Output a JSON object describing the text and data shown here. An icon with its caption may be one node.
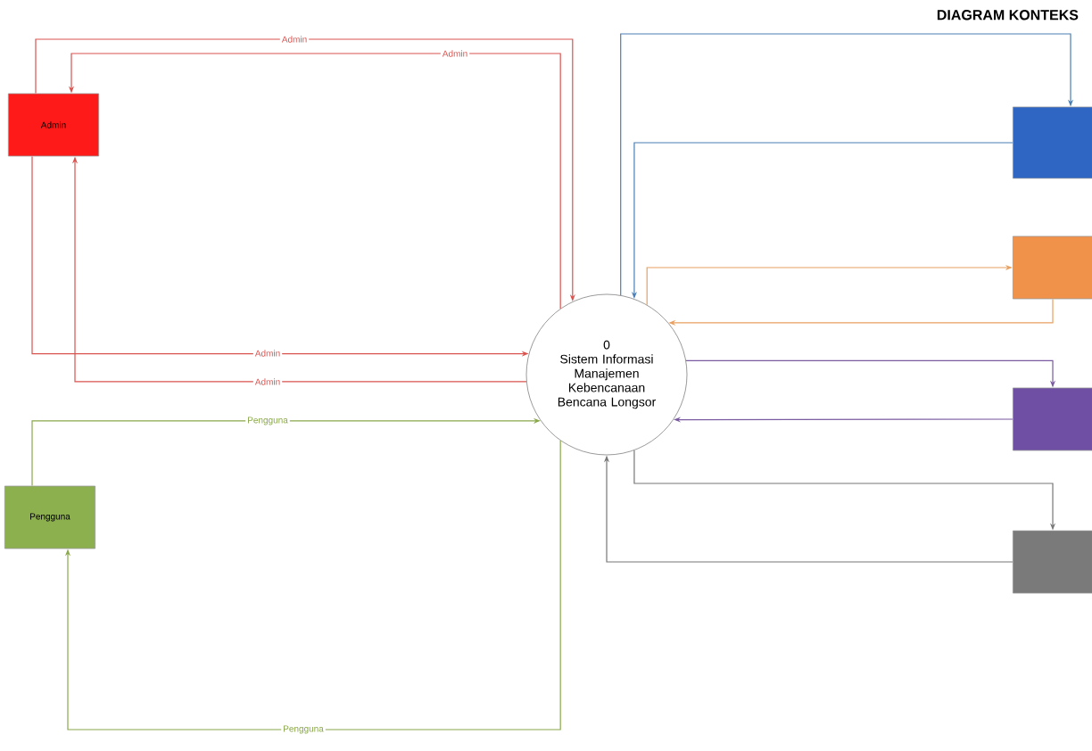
{
  "diagram": {
    "title": "DIAGRAM KONTEKS",
    "nodes": [
      {
        "text": [
          "0",
          "Sistem Informasi Manajemen Kebencanaan Bencana Longsor"
        ]
      },
      {
        "text": [
          "Admin"
        ]
      },
      {
        "text": [
          "Pengguna"
        ]
      },
      {
        "text": [],
        "shape": "box"
      },
      {
        "text": [],
        "shape": "box"
      },
      {
        "text": [],
        "shape": "box"
      },
      {
        "text": [],
        "shape": "box"
      }
    ],
    "edges": [
      {
        "from": 1,
        "to": 0,
        "arrow": "to",
        "label": "Admin",
        "color": "#d9534f"
      },
      {
        "from": 0,
        "to": 1,
        "arrow": "to",
        "label": "Admin",
        "color": "#d9534f"
      },
      {
        "from": 1,
        "to": 0,
        "arrow": "to",
        "label": "Admin",
        "color": "#d9534f"
      },
      {
        "from": 0,
        "to": 1,
        "arrow": "to",
        "label": "Admin",
        "color": "#d9534f"
      },
      {
        "from": 2,
        "to": 0,
        "arrow": "to",
        "label": "Pengguna",
        "color": "#8aa84b"
      },
      {
        "from": 0,
        "to": 2,
        "arrow": "to",
        "label": "Pengguna",
        "color": "#8aa84b"
      },
      {
        "from": 0,
        "to": 3,
        "arrow": "to",
        "color": "#4a7fb5"
      },
      {
        "from": 3,
        "to": 0,
        "arrow": "to",
        "color": "#4a7fb5"
      },
      {
        "from": 0,
        "to": 4,
        "arrow": "to",
        "color": "#e8a060"
      },
      {
        "from": 4,
        "to": 0,
        "arrow": "to",
        "color": "#e8a060"
      },
      {
        "from": 0,
        "to": 5,
        "arrow": "to",
        "color": "#7a5aa0"
      },
      {
        "from": 5,
        "to": 0,
        "arrow": "to",
        "color": "#7a5aa0"
      },
      {
        "from": 0,
        "to": 6,
        "arrow": "to",
        "color": "#777777"
      },
      {
        "from": 6,
        "to": 0,
        "arrow": "to",
        "color": "#777777"
      }
    ]
  }
}
